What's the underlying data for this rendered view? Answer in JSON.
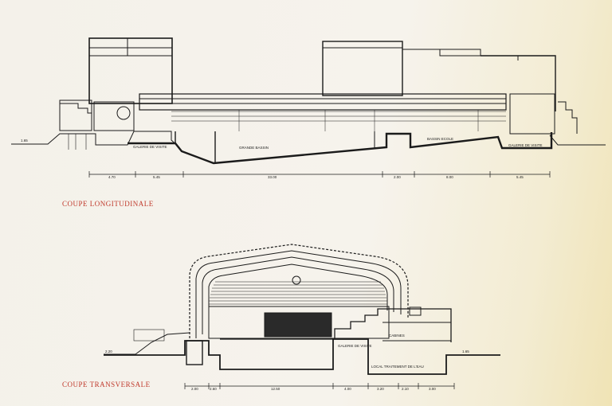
{
  "captions": {
    "longitudinal": "COUPE LONGITUDINALE",
    "transversal": "COUPE TRANSVERSALE"
  },
  "longitudinal_labels": {
    "galerie_left": "GALERIE DE VISITE",
    "grand_bassin": "GRANDE BASSIN",
    "bassin_ecole": "BASSIN ECOLE",
    "galerie_right": "GALERIE DE VISITE",
    "left_level": "1.65"
  },
  "longitudinal_dims": [
    "4.70",
    "5.45",
    "33.00",
    "2.00",
    "8.00",
    "5.45"
  ],
  "transversal_labels": {
    "left_level": "2.20",
    "right_level": "1.65",
    "galerie": "GALERIE DE VISITE",
    "traitement": "LOCAL TRAITEMENT DE L'EAU",
    "cabines": "CABINES"
  },
  "transversal_dims": [
    "2.00",
    "2.60",
    "12.50",
    "4.00",
    "3.20",
    "2.10",
    "3.00"
  ],
  "colors": {
    "ink": "#1b1b1b",
    "caption": "#c0392b"
  }
}
